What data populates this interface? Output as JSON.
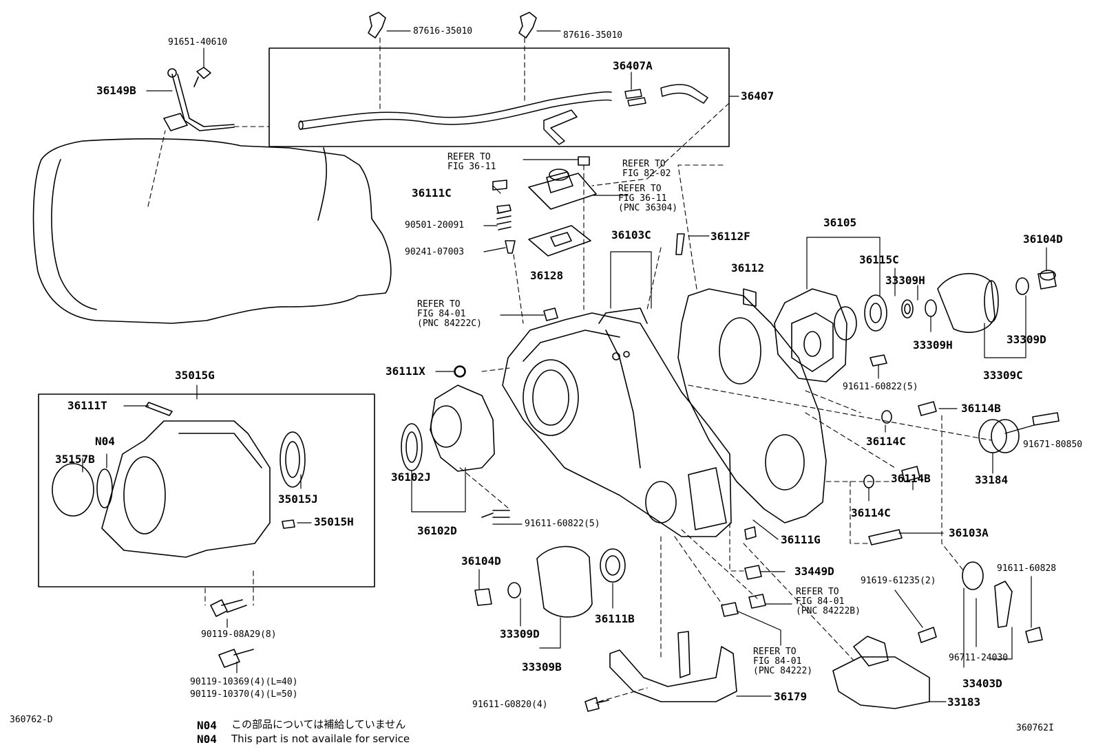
{
  "labels": [
    {
      "id": "l01",
      "text": "91651-40610"
    },
    {
      "id": "l02",
      "text": "87616-35010"
    },
    {
      "id": "l03",
      "text": "87616-35010"
    },
    {
      "id": "l04",
      "text": "36407A"
    },
    {
      "id": "l05",
      "text": "36149B"
    },
    {
      "id": "l06",
      "text": "36407"
    },
    {
      "id": "l07",
      "text": "REFER TO\nFIG 36-11"
    },
    {
      "id": "l08",
      "text": "REFER TO\nFIG 82-02"
    },
    {
      "id": "l09",
      "text": "REFER TO\nFIG 36-11\n(PNC 36304)"
    },
    {
      "id": "l10",
      "text": "36111C"
    },
    {
      "id": "l11",
      "text": "90501-20091"
    },
    {
      "id": "l12",
      "text": "90241-07003"
    },
    {
      "id": "l13",
      "text": "36128"
    },
    {
      "id": "l14",
      "text": "36103C"
    },
    {
      "id": "l15",
      "text": "36112F"
    },
    {
      "id": "l16",
      "text": "36105"
    },
    {
      "id": "l17",
      "text": "36104D"
    },
    {
      "id": "l18",
      "text": "36112"
    },
    {
      "id": "l19",
      "text": "36115C"
    },
    {
      "id": "l20",
      "text": "33309H"
    },
    {
      "id": "l21",
      "text": "33309H"
    },
    {
      "id": "l22",
      "text": "33309D"
    },
    {
      "id": "l23",
      "text": "33309C"
    },
    {
      "id": "l24",
      "text": "REFER TO\nFIG 84-01\n(PNC 84222C)"
    },
    {
      "id": "l25",
      "text": "36111X"
    },
    {
      "id": "l26",
      "text": "35015G"
    },
    {
      "id": "l27",
      "text": "36111T"
    },
    {
      "id": "l28",
      "text": "N04"
    },
    {
      "id": "l29",
      "text": "35157B"
    },
    {
      "id": "l30",
      "text": "35015J"
    },
    {
      "id": "l31",
      "text": "35015H"
    },
    {
      "id": "l32",
      "text": "91611-60822(5)"
    },
    {
      "id": "l33",
      "text": "36114B"
    },
    {
      "id": "l34",
      "text": "36114C"
    },
    {
      "id": "l35",
      "text": "91671-80850"
    },
    {
      "id": "l36",
      "text": "33184"
    },
    {
      "id": "l37",
      "text": "36102J"
    },
    {
      "id": "l38",
      "text": "36102D"
    },
    {
      "id": "l39",
      "text": "91611-60822(5)"
    },
    {
      "id": "l40",
      "text": "36114B"
    },
    {
      "id": "l41",
      "text": "36114C"
    },
    {
      "id": "l42",
      "text": "36111G"
    },
    {
      "id": "l43",
      "text": "36103A"
    },
    {
      "id": "l44",
      "text": "36104D"
    },
    {
      "id": "l45",
      "text": "33449D"
    },
    {
      "id": "l46",
      "text": "91619-61235(2)"
    },
    {
      "id": "l47",
      "text": "91611-60828"
    },
    {
      "id": "l48",
      "text": "REFER TO\nFIG 84-01\n(PNC 84222B)"
    },
    {
      "id": "l49",
      "text": "36111B"
    },
    {
      "id": "l50",
      "text": "33309D"
    },
    {
      "id": "l51",
      "text": "33309B"
    },
    {
      "id": "l52",
      "text": "90119-08A29(8)"
    },
    {
      "id": "l53",
      "text": "REFER TO\nFIG 84-01\n(PNC 84222)"
    },
    {
      "id": "l54",
      "text": "96711-24030"
    },
    {
      "id": "l55",
      "text": "33403D"
    },
    {
      "id": "l56",
      "text": "90119-10369(4)(L=40)"
    },
    {
      "id": "l57",
      "text": "90119-10370(4)(L=50)"
    },
    {
      "id": "l58",
      "text": "91611-G0820(4)"
    },
    {
      "id": "l59",
      "text": "36179"
    },
    {
      "id": "l60",
      "text": "33183"
    }
  ],
  "footer": {
    "left_code": "360762-D",
    "right_code": "360762I",
    "note_jp_tag": "N04",
    "note_jp_text": "この部品については補給していません",
    "note_en_tag": "N04",
    "note_en_text": "This part is not availale for service"
  }
}
